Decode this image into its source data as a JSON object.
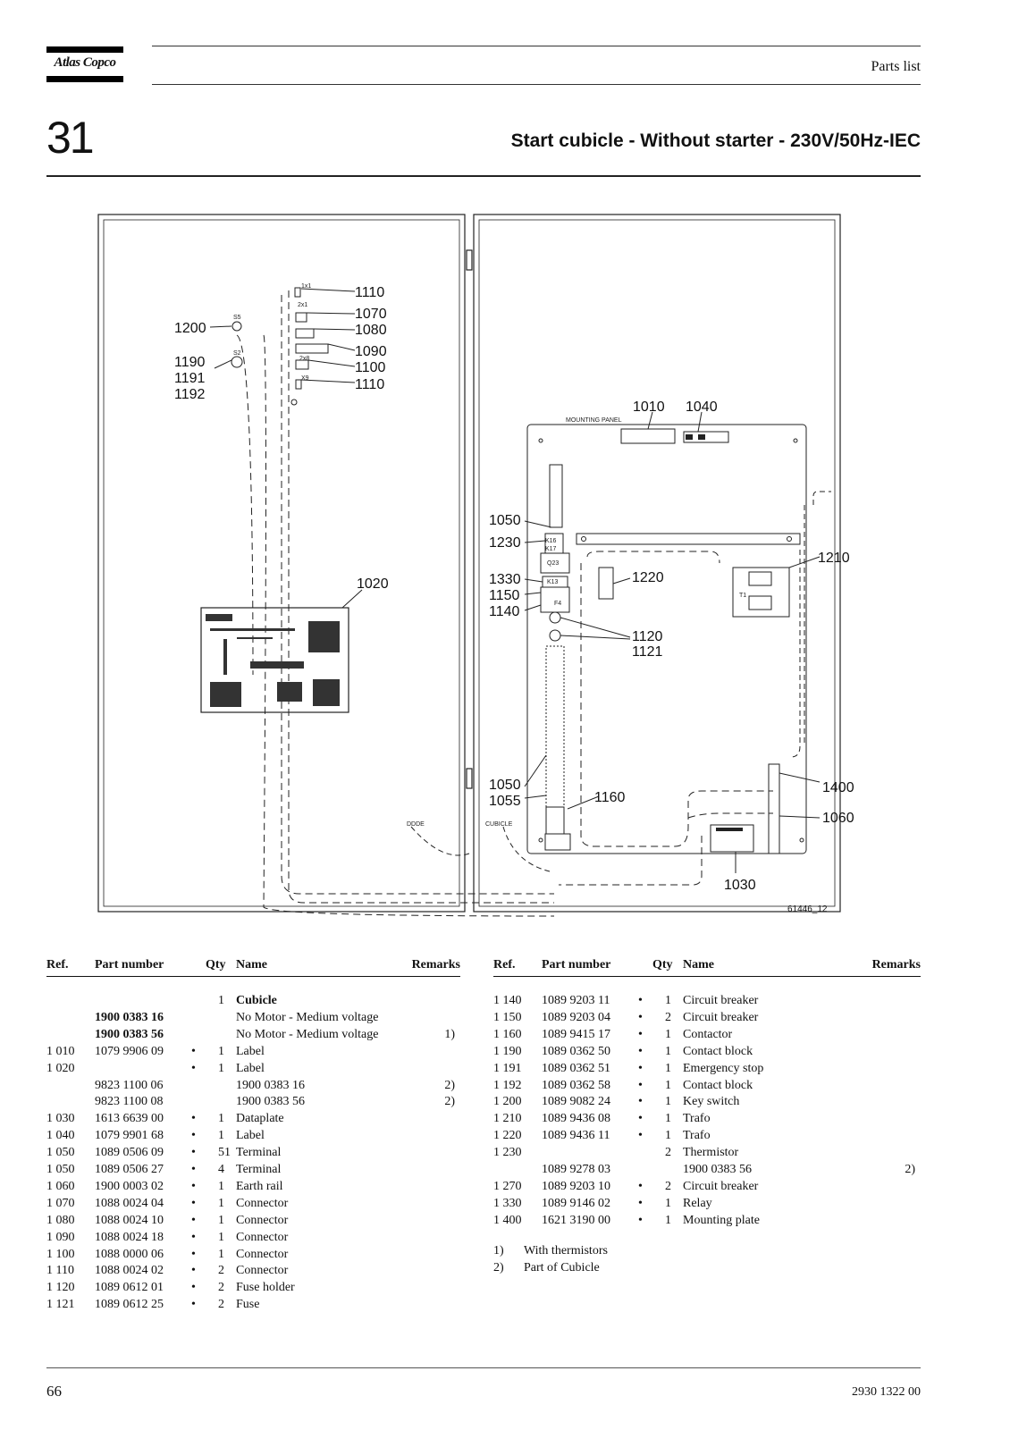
{
  "header": {
    "logo_text": "Atlas Copco",
    "section_label": "Parts list",
    "section_number": "31",
    "title": "Start cubicle - Without starter - 230V/50Hz-IEC"
  },
  "drawing": {
    "labels": {
      "l1110a": "1110",
      "l1070": "1070",
      "l1080": "1080",
      "l1090": "1090",
      "l1100": "1100",
      "l1110b": "1110",
      "l1200": "1200",
      "l1190": "1190",
      "l1191": "1191",
      "l1192": "1192",
      "l1010": "1010",
      "l1040": "1040",
      "l1020": "1020",
      "l1050a": "1050",
      "l1230": "1230",
      "l1210": "1210",
      "l1330": "1330",
      "l1150": "1150",
      "l1140": "1140",
      "l1220": "1220",
      "l1120": "1120",
      "l1121": "1121",
      "l1050b": "1050",
      "l1055": "1055",
      "l1160": "1160",
      "l1400": "1400",
      "l1060": "1060",
      "l1030": "1030",
      "drawing_id": "61446_12"
    },
    "small_text": {
      "mounting_panel": "MOUNTING PANEL",
      "ddde": "DDDE",
      "cubicle": "CUBICLE",
      "s5": "S5",
      "s2": "S2",
      "k16": "K16",
      "k17": "K17",
      "q23": "Q23",
      "k13": "K13",
      "f4": "F4",
      "t1": "T1",
      "x1": "1x1",
      "x2": "2x1",
      "x8": "2x8",
      "x9": "X9"
    }
  },
  "table_headers": {
    "ref": "Ref.",
    "part_number": "Part number",
    "qty": "Qty",
    "name": "Name",
    "remarks": "Remarks"
  },
  "left_rows": [
    {
      "ref": "",
      "part": "",
      "dot": false,
      "qty": "1",
      "name": "Cubicle",
      "remark": "",
      "bold_name": true,
      "bold_part": false
    },
    {
      "ref": "",
      "part": "1900 0383 16",
      "dot": false,
      "qty": "",
      "name": "No Motor - Medium voltage",
      "remark": "",
      "bold_name": false,
      "bold_part": true
    },
    {
      "ref": "",
      "part": "1900 0383 56",
      "dot": false,
      "qty": "",
      "name": "No Motor - Medium voltage",
      "remark": "1)",
      "bold_name": false,
      "bold_part": true
    },
    {
      "ref": "1 010",
      "part": "1079 9906 09",
      "dot": true,
      "qty": "1",
      "name": "Label",
      "remark": ""
    },
    {
      "ref": "1 020",
      "part": "",
      "dot": true,
      "qty": "1",
      "name": "Label",
      "remark": ""
    },
    {
      "ref": "",
      "part": "9823 1100 06",
      "dot": false,
      "qty": "",
      "name": "1900 0383 16",
      "remark": "2)"
    },
    {
      "ref": "",
      "part": "9823 1100 08",
      "dot": false,
      "qty": "",
      "name": "1900 0383 56",
      "remark": "2)"
    },
    {
      "ref": "1 030",
      "part": "1613 6639 00",
      "dot": true,
      "qty": "1",
      "name": "Dataplate",
      "remark": ""
    },
    {
      "ref": "1 040",
      "part": "1079 9901 68",
      "dot": true,
      "qty": "1",
      "name": "Label",
      "remark": ""
    },
    {
      "ref": "1 050",
      "part": "1089 0506 09",
      "dot": true,
      "qty": "51",
      "name": "Terminal",
      "remark": ""
    },
    {
      "ref": "1 050",
      "part": "1089 0506 27",
      "dot": true,
      "qty": "4",
      "name": "Terminal",
      "remark": ""
    },
    {
      "ref": "1 060",
      "part": "1900 0003 02",
      "dot": true,
      "qty": "1",
      "name": "Earth rail",
      "remark": ""
    },
    {
      "ref": "1 070",
      "part": "1088 0024 04",
      "dot": true,
      "qty": "1",
      "name": "Connector",
      "remark": ""
    },
    {
      "ref": "1 080",
      "part": "1088 0024 10",
      "dot": true,
      "qty": "1",
      "name": "Connector",
      "remark": ""
    },
    {
      "ref": "1 090",
      "part": "1088 0024 18",
      "dot": true,
      "qty": "1",
      "name": "Connector",
      "remark": ""
    },
    {
      "ref": "1 100",
      "part": "1088 0000 06",
      "dot": true,
      "qty": "1",
      "name": "Connector",
      "remark": ""
    },
    {
      "ref": "1 110",
      "part": "1088 0024 02",
      "dot": true,
      "qty": "2",
      "name": "Connector",
      "remark": ""
    },
    {
      "ref": "1 120",
      "part": "1089 0612 01",
      "dot": true,
      "qty": "2",
      "name": "Fuse holder",
      "remark": ""
    },
    {
      "ref": "1 121",
      "part": "1089 0612 25",
      "dot": true,
      "qty": "2",
      "name": "Fuse",
      "remark": ""
    }
  ],
  "right_rows": [
    {
      "ref": "1 140",
      "part": "1089 9203 11",
      "dot": true,
      "qty": "1",
      "name": "Circuit breaker",
      "remark": ""
    },
    {
      "ref": "1 150",
      "part": "1089 9203 04",
      "dot": true,
      "qty": "2",
      "name": "Circuit breaker",
      "remark": ""
    },
    {
      "ref": "1 160",
      "part": "1089 9415 17",
      "dot": true,
      "qty": "1",
      "name": "Contactor",
      "remark": ""
    },
    {
      "ref": "1 190",
      "part": "1089 0362 50",
      "dot": true,
      "qty": "1",
      "name": "Contact block",
      "remark": ""
    },
    {
      "ref": "1 191",
      "part": "1089 0362 51",
      "dot": true,
      "qty": "1",
      "name": "Emergency stop",
      "remark": ""
    },
    {
      "ref": "1 192",
      "part": "1089 0362 58",
      "dot": true,
      "qty": "1",
      "name": "Contact block",
      "remark": ""
    },
    {
      "ref": "1 200",
      "part": "1089 9082 24",
      "dot": true,
      "qty": "1",
      "name": "Key switch",
      "remark": ""
    },
    {
      "ref": "1 210",
      "part": "1089 9436 08",
      "dot": true,
      "qty": "1",
      "name": "Trafo",
      "remark": ""
    },
    {
      "ref": "1 220",
      "part": "1089 9436 11",
      "dot": true,
      "qty": "1",
      "name": "Trafo",
      "remark": ""
    },
    {
      "ref": "1 230",
      "part": "",
      "dot": false,
      "qty": "2",
      "name": "Thermistor",
      "remark": ""
    },
    {
      "ref": "",
      "part": "1089 9278 03",
      "dot": false,
      "qty": "",
      "name": "1900 0383 56",
      "remark": "2)"
    },
    {
      "ref": "1 270",
      "part": "1089 9203 10",
      "dot": true,
      "qty": "2",
      "name": "Circuit breaker",
      "remark": ""
    },
    {
      "ref": "1 330",
      "part": "1089 9146 02",
      "dot": true,
      "qty": "1",
      "name": "Relay",
      "remark": ""
    },
    {
      "ref": "1 400",
      "part": "1621 3190 00",
      "dot": true,
      "qty": "1",
      "name": "Mounting plate",
      "remark": ""
    }
  ],
  "footnotes": [
    {
      "mark": "1)",
      "text": "With thermistors"
    },
    {
      "mark": "2)",
      "text": "Part of Cubicle"
    }
  ],
  "footer": {
    "page_number": "66",
    "doc_number": "2930 1322 00"
  }
}
